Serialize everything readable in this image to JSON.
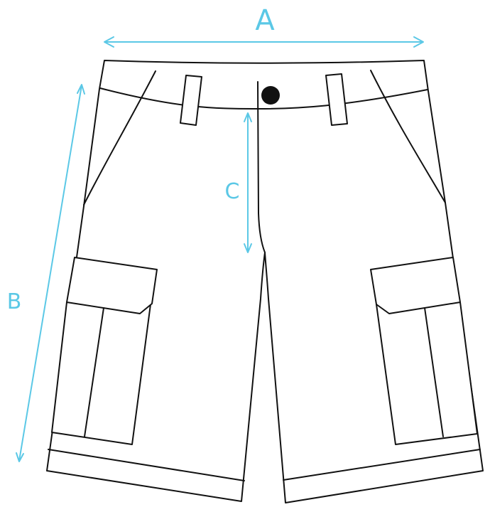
{
  "labels": {
    "a": "A",
    "b": "B",
    "c": "C"
  },
  "colors": {
    "dimension": "#5bc8e6",
    "outline": "#111111",
    "button": "#111111"
  }
}
